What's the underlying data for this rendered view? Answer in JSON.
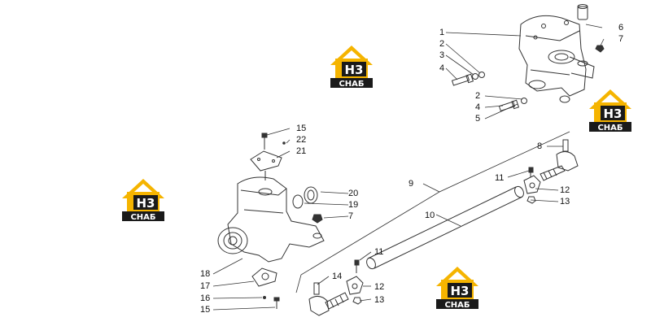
{
  "watermark": {
    "letters": "H3",
    "text": "СНАБ",
    "colors": {
      "gold": "#f5b400",
      "dark": "#1a1a1a",
      "white": "#ffffff"
    }
  },
  "labels": {
    "upper_group": [
      "1",
      "2",
      "3",
      "4",
      "2",
      "4",
      "5",
      "6",
      "7"
    ],
    "left_group": [
      "15",
      "22",
      "21",
      "20",
      "19",
      "7",
      "18",
      "17",
      "16",
      "15"
    ],
    "rod_group": [
      "8",
      "9",
      "10",
      "11",
      "12",
      "13",
      "11",
      "14",
      "12",
      "13"
    ]
  },
  "line_color": "#333333"
}
